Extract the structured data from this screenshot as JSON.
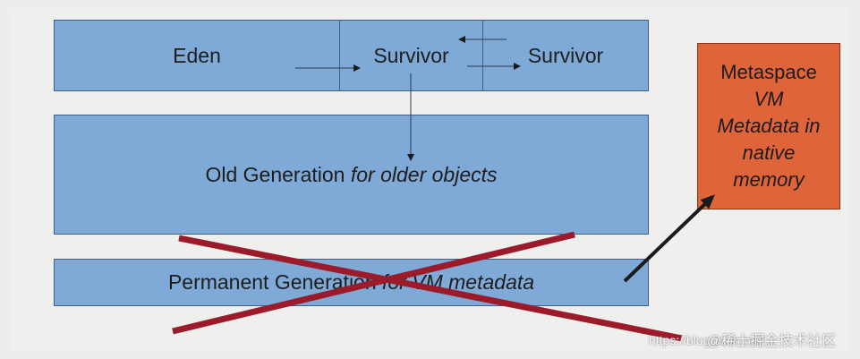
{
  "young": {
    "eden": "Eden",
    "survivor_a": "Survivor",
    "survivor_b": "Survivor"
  },
  "old_generation": {
    "name": "Old Generation",
    "note": "for older objects"
  },
  "permanent_generation": {
    "name": "Permanent Generation",
    "note": "for VM metadata",
    "status": "removed"
  },
  "metaspace": {
    "name": "Metaspace",
    "line1": "VM",
    "line2": "Metadata in",
    "line3": "native",
    "line4": "memory"
  },
  "watermarks": {
    "url": "https://blog.csdn.net/...",
    "source": "@稀土掘金技术社区"
  },
  "colors": {
    "heap_box": "#7faad7",
    "metaspace_box": "#e0643a",
    "cross_out": "#9b1b2a",
    "arrow": "#1b1b1b"
  }
}
